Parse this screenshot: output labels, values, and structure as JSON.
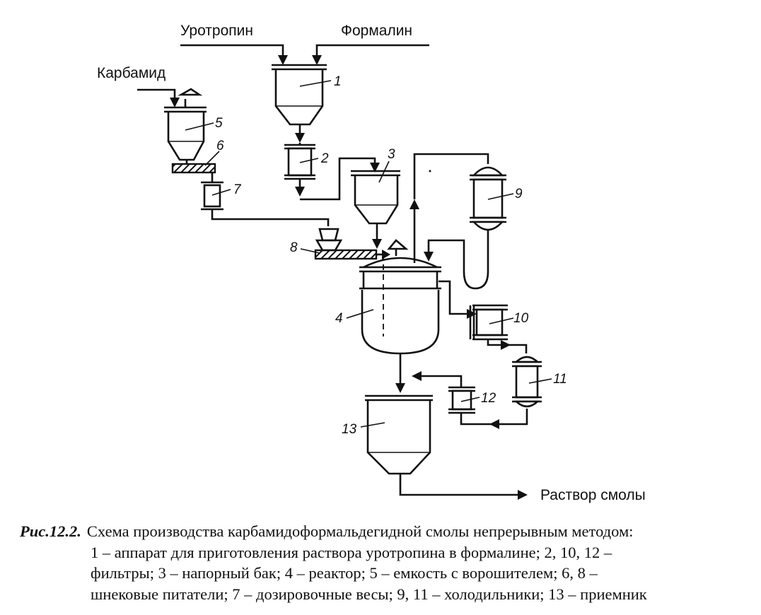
{
  "diagram": {
    "inputs": {
      "urotropin": "Уротропин",
      "formalin": "Формалин",
      "karbamid": "Карбамид"
    },
    "output": "Раствор смолы",
    "units": {
      "u1": "1",
      "u2": "2",
      "u3": "3",
      "u4": "4",
      "u5": "5",
      "u6": "6",
      "u7": "7",
      "u8": "8",
      "u9": "9",
      "u10": "10",
      "u11": "11",
      "u12": "12",
      "u13": "13"
    }
  },
  "caption": {
    "figure_label": "Рис.12.2.",
    "line1": "Схема производства карбамидоформальдегидной смолы непрерывным методом:",
    "line2": "1 – аппарат для приготовления раствора уротропина в формалине; 2, 10, 12 –",
    "line3": "фильтры; 3 – напорный бак; 4 – реактор; 5 – емкость с ворошителем; 6, 8 –",
    "line4": "шнековые питатели; 7 – дозировочные весы; 9, 11 – холодильники; 13 – приемник"
  }
}
